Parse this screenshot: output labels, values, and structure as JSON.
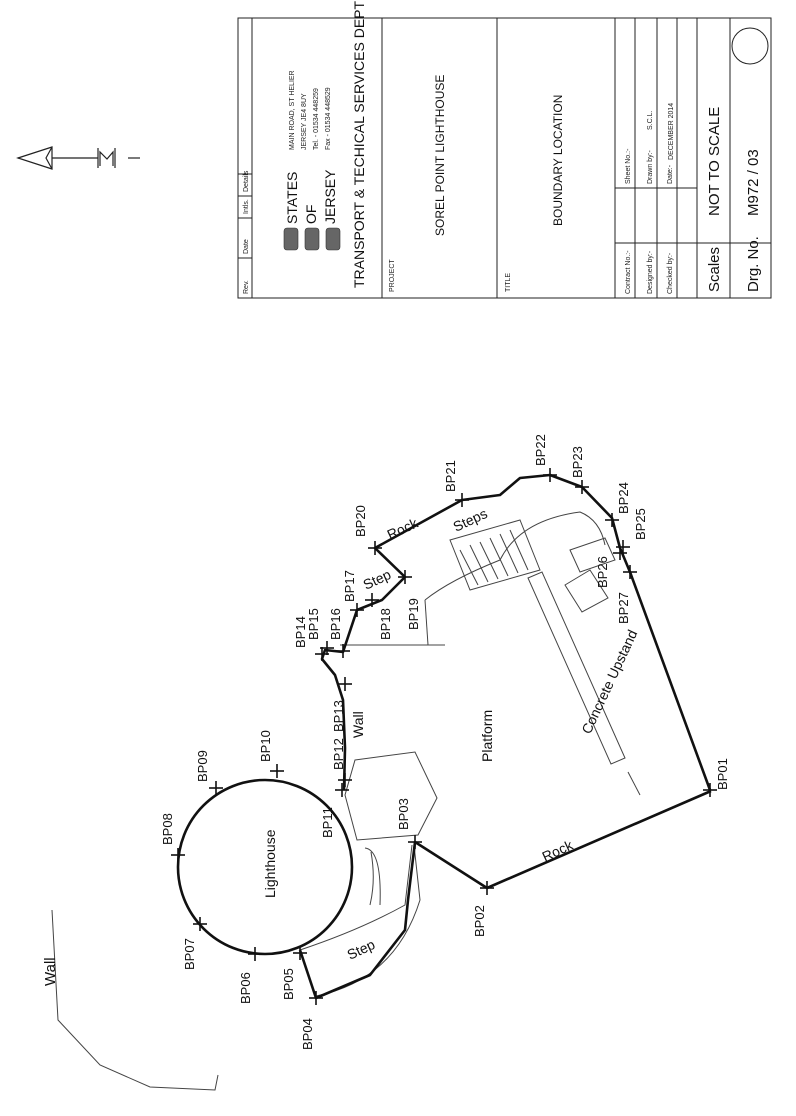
{
  "drawing": {
    "labels": {
      "wall_outer": "Wall",
      "wall_inner": "Wall",
      "lighthouse": "Lighthouse",
      "platform": "Platform",
      "concrete_upstand": "Concrete Upstand",
      "step_lower": "Step",
      "step_upper": "Step",
      "steps": "Steps",
      "rock_lower": "Rock",
      "rock_upper": "Rock"
    },
    "boundary_points": [
      "BP01",
      "BP02",
      "BP03",
      "BP04",
      "BP05",
      "BP06",
      "BP07",
      "BP08",
      "BP09",
      "BP10",
      "BP11",
      "BP12",
      "BP13",
      "BP14",
      "BP15",
      "BP16",
      "BP17",
      "BP18",
      "BP19",
      "BP20",
      "BP21",
      "BP22",
      "BP23",
      "BP24",
      "BP25",
      "BP26",
      "BP27"
    ]
  },
  "title_block": {
    "revision_headers": [
      "Rev.",
      "Date",
      "Intls.",
      "Details"
    ],
    "org_line1": "STATES",
    "org_line2": "OF",
    "org_line3": "JERSEY",
    "address_lines": [
      "MAIN ROAD, ST HELIER",
      "JERSEY  JE4 8UY",
      "Tel. - 01534 448259",
      "Fax - 01534 448529"
    ],
    "department": "TRANSPORT & TECHICAL SERVICES DEPT",
    "project_label": "PROJECT",
    "project": "SOREL POINT LIGHTHOUSE",
    "title_label": "TITLE",
    "title": "BOUNDARY LOCATION",
    "contract_no_label": "Contract No.:-",
    "sheet_no_label": "Sheet No.:-",
    "designed_by_label": "Designed by:-",
    "drawn_by_label": "Drawn by:-",
    "drawn_by": "S.C.L.",
    "checked_by_label": "Checked by:-",
    "date_label": "Date:-",
    "date": "DECEMBER 2014",
    "scales_label": "Scales",
    "scale": "NOT TO SCALE",
    "drg_no_label": "Drg. No.",
    "drg_no": "M972 / 03"
  }
}
